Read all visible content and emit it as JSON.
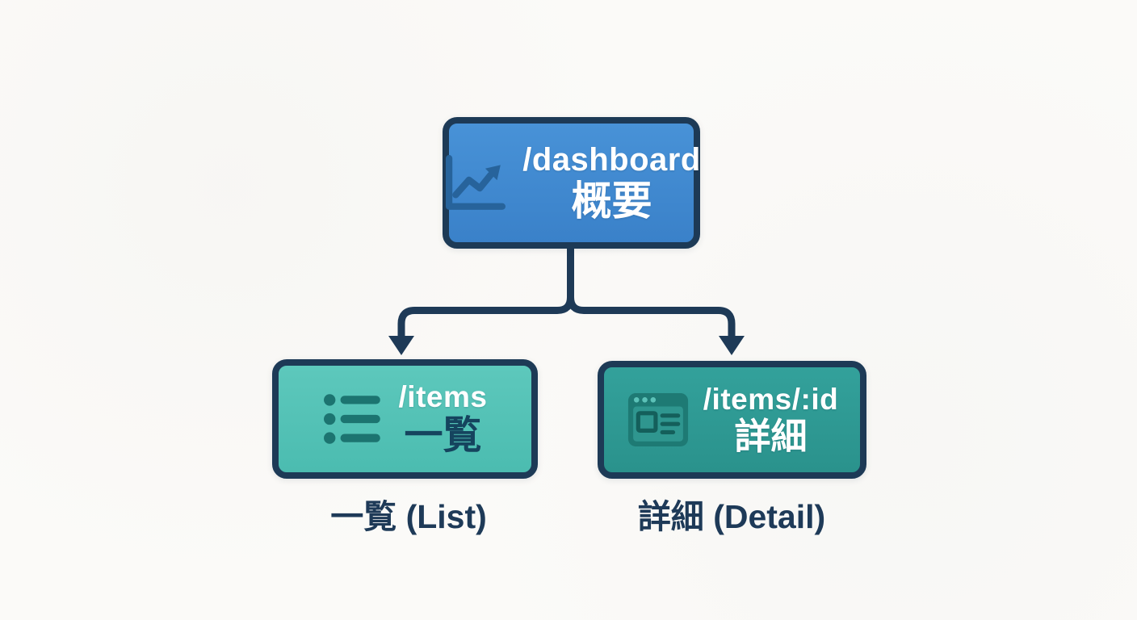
{
  "diagram": {
    "kind": "route-hierarchy-flowchart",
    "background_color": "#fbfaf8",
    "connector_color": "#1e3a57",
    "nodes": [
      {
        "id": "dashboard",
        "route": "/dashboard",
        "title": "概要",
        "icon": "line-chart-icon",
        "fill_color": "#3e88d1",
        "border_color": "#1d3a56",
        "route_text_color": "#ffffff",
        "title_text_color": "#ffffff"
      },
      {
        "id": "items-list",
        "route": "/items",
        "title": "一覧",
        "icon": "bulleted-list-icon",
        "fill_color": "#55c4b8",
        "border_color": "#1d3a56",
        "route_text_color": "#ffffff",
        "title_text_color": "#15445e"
      },
      {
        "id": "item-detail",
        "route": "/items/:id",
        "title": "詳細",
        "icon": "browser-window-icon",
        "fill_color": "#2f9b95",
        "border_color": "#1d3a56",
        "route_text_color": "#ffffff",
        "title_text_color": "#ffffff"
      }
    ],
    "edges": [
      {
        "from": "dashboard",
        "to": "items-list"
      },
      {
        "from": "dashboard",
        "to": "item-detail"
      }
    ],
    "captions": [
      {
        "for": "items-list",
        "text": "一覧 (List)"
      },
      {
        "for": "item-detail",
        "text": "詳細 (Detail)"
      }
    ]
  }
}
